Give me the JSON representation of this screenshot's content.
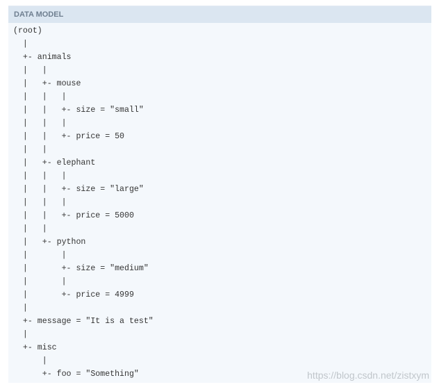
{
  "header": {
    "title": "DATA MODEL"
  },
  "tree_lines": [
    "(root)",
    "  |",
    "  +- animals",
    "  |   |",
    "  |   +- mouse",
    "  |   |   |",
    "  |   |   +- size = \"small\"",
    "  |   |   |",
    "  |   |   +- price = 50",
    "  |   |",
    "  |   +- elephant",
    "  |   |   |",
    "  |   |   +- size = \"large\"",
    "  |   |   |",
    "  |   |   +- price = 5000",
    "  |   |",
    "  |   +- python",
    "  |       |",
    "  |       +- size = \"medium\"",
    "  |       |",
    "  |       +- price = 4999",
    "  |",
    "  +- message = \"It is a test\"",
    "  |",
    "  +- misc",
    "      |",
    "      +- foo = \"Something\""
  ],
  "watermark": "https://blog.csdn.net/zistxym"
}
